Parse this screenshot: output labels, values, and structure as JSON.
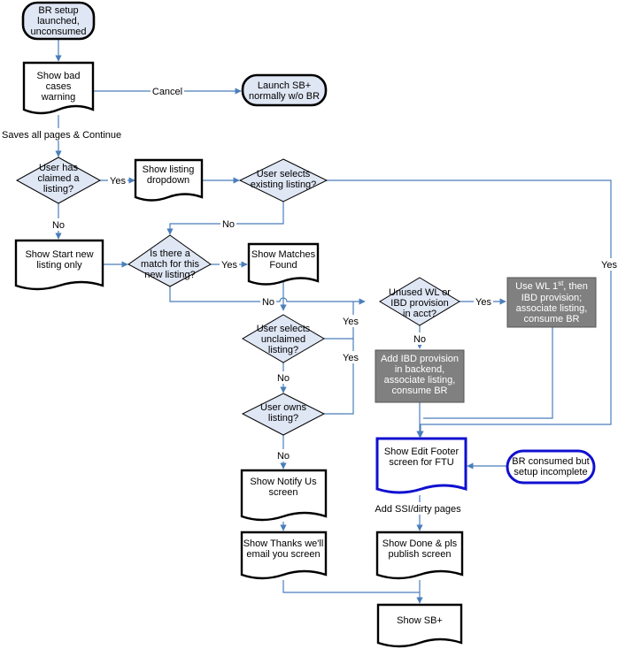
{
  "nodes": {
    "br_setup": [
      "BR setup",
      "launched,",
      "unconsumed"
    ],
    "bad_cases": [
      "Show bad",
      "cases",
      "warning"
    ],
    "launch_sb": [
      "Launch SB+",
      "normally w/o BR"
    ],
    "claimed": [
      "User has",
      "claimed a",
      "listing?"
    ],
    "listing_dropdown": [
      "Show listing",
      "dropdown"
    ],
    "selects_existing": [
      "User selects",
      "existing listing?"
    ],
    "start_new": [
      "Show Start new",
      "listing only"
    ],
    "match": [
      "Is there a",
      "match for this",
      "new listing?"
    ],
    "matches_found": [
      "Show Matches",
      "Found"
    ],
    "unused_wl": [
      "Unused WL or",
      "IBD provision",
      "in acct?"
    ],
    "use_wl": {
      "line1_pre": "Use WL 1",
      "line1_sup": "st",
      "line1_post": ", then",
      "rest": [
        "IBD provision;",
        "associate listing,",
        "consume BR"
      ]
    },
    "selects_unclaimed": [
      "User selects",
      "unclaimed",
      "listing?"
    ],
    "add_ibd": [
      "Add IBD provision",
      "in backend,",
      "associate listing,",
      "consume BR"
    ],
    "owns": [
      "User owns",
      "listing?"
    ],
    "edit_footer": [
      "Show Edit Footer",
      "screen for FTU"
    ],
    "br_consumed": [
      "BR consumed but",
      "setup incomplete"
    ],
    "notify": [
      "Show Notify Us",
      "screen"
    ],
    "thanks": [
      "Show Thanks we'll",
      "email you screen"
    ],
    "done": [
      "Show Done & pls",
      "publish screen"
    ],
    "show_sb": [
      "Show SB+"
    ]
  },
  "edges": {
    "cancel": "Cancel",
    "saves": "Saves all pages & Continue",
    "claimed_yes": "Yes",
    "claimed_no": "No",
    "existing_yes": "Yes",
    "existing_no": "No",
    "match_yes": "Yes",
    "match_no": "No",
    "unused_yes": "Yes",
    "unused_no": "No",
    "unclaimed_yes": "Yes",
    "unclaimed_no": "No",
    "owns_yes": "Yes",
    "owns_no": "No",
    "add_ssi": "Add SSI/dirty pages"
  },
  "colors": {
    "line": "#4a7ebb",
    "shape_fill": "#dfe6f4",
    "process_fill": "#808080",
    "highlight_border": "#1010d0"
  }
}
